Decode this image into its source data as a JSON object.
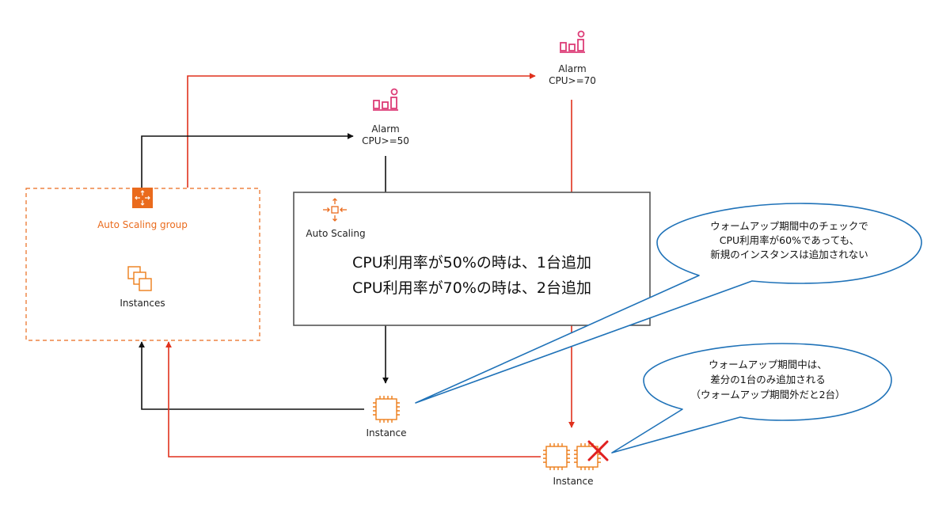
{
  "alarm_70": {
    "title": "Alarm",
    "condition": "CPU>=70"
  },
  "alarm_50": {
    "title": "Alarm",
    "condition": "CPU>=50"
  },
  "asg": {
    "label": "Auto Scaling group",
    "instances_label": "Instances"
  },
  "auto_scaling": {
    "label": "Auto Scaling",
    "rule_1": "CPU利用率が50%の時は、1台追加",
    "rule_2": "CPU利用率が70%の時は、2台追加"
  },
  "instance_black": {
    "label": "Instance"
  },
  "instance_red": {
    "label": "Instance"
  },
  "callout_warmup_check": {
    "line_1": "ウォームアップ期間中のチェックで",
    "line_2": "CPU利用率が60%であっても、",
    "line_3": "新規のインスタンスは追加されない"
  },
  "callout_warmup_diff": {
    "line_1": "ウォームアップ期間中は、",
    "line_2": "差分の1台のみ追加される",
    "line_3": "（ウォームアップ期間外だと2台）"
  },
  "colors": {
    "alarm_pink": "#dd3c77",
    "asg_orange": "#ea6b1d",
    "ec2_orange": "#ed7d1a",
    "arrow_red": "#e0311d",
    "arrow_black": "#111111",
    "callout_blue": "#1f72b8",
    "box_border": "#555555",
    "cross_red": "#e02020"
  },
  "icons": {
    "alarm": "cloudwatch-alarm-icon",
    "asg": "auto-scaling-group-icon",
    "instances": "instances-icon",
    "auto_scaling": "auto-scaling-icon",
    "instance": "ec2-instance-icon",
    "cross": "cross-icon"
  }
}
